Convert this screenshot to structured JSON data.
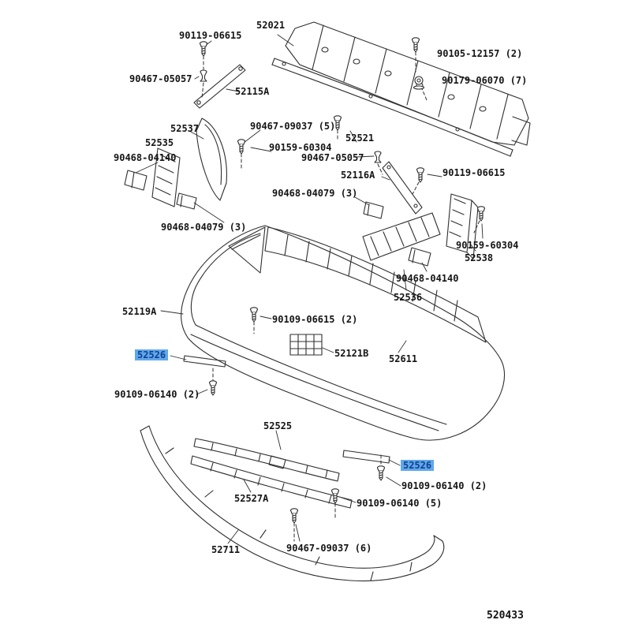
{
  "diagram": {
    "drawing_number": "520433",
    "highlight_color": "#5fa8ec",
    "highlight_text_color": "#123f8f",
    "line_color": "#2f2f2f"
  },
  "parts": [
    {
      "text": "90119-06615"
    },
    {
      "text": "52021"
    },
    {
      "text": "90105-12157 (2)"
    },
    {
      "text": "90179-06070 (7)"
    },
    {
      "text": "90467-05057"
    },
    {
      "text": "52115A"
    },
    {
      "text": "52537"
    },
    {
      "text": "90467-09037 (5)"
    },
    {
      "text": "52535"
    },
    {
      "text": "90159-60304"
    },
    {
      "text": "52521"
    },
    {
      "text": "90468-04140"
    },
    {
      "text": "90467-05057"
    },
    {
      "text": "52116A"
    },
    {
      "text": "90119-06615"
    },
    {
      "text": "90468-04079 (3)"
    },
    {
      "text": "90468-04079 (3)"
    },
    {
      "text": "90159-60304"
    },
    {
      "text": "52538"
    },
    {
      "text": "90468-04140"
    },
    {
      "text": "52536"
    },
    {
      "text": "52119A"
    },
    {
      "text": "90109-06615 (2)"
    },
    {
      "text": "52526",
      "highlighted": true
    },
    {
      "text": "52121B"
    },
    {
      "text": "52611"
    },
    {
      "text": "90109-06140 (2)"
    },
    {
      "text": "52525"
    },
    {
      "text": "52526",
      "highlighted": true
    },
    {
      "text": "90109-06140 (2)"
    },
    {
      "text": "52527A"
    },
    {
      "text": "90109-06140 (5)"
    },
    {
      "text": "52711"
    },
    {
      "text": "90467-09037 (6)"
    }
  ]
}
